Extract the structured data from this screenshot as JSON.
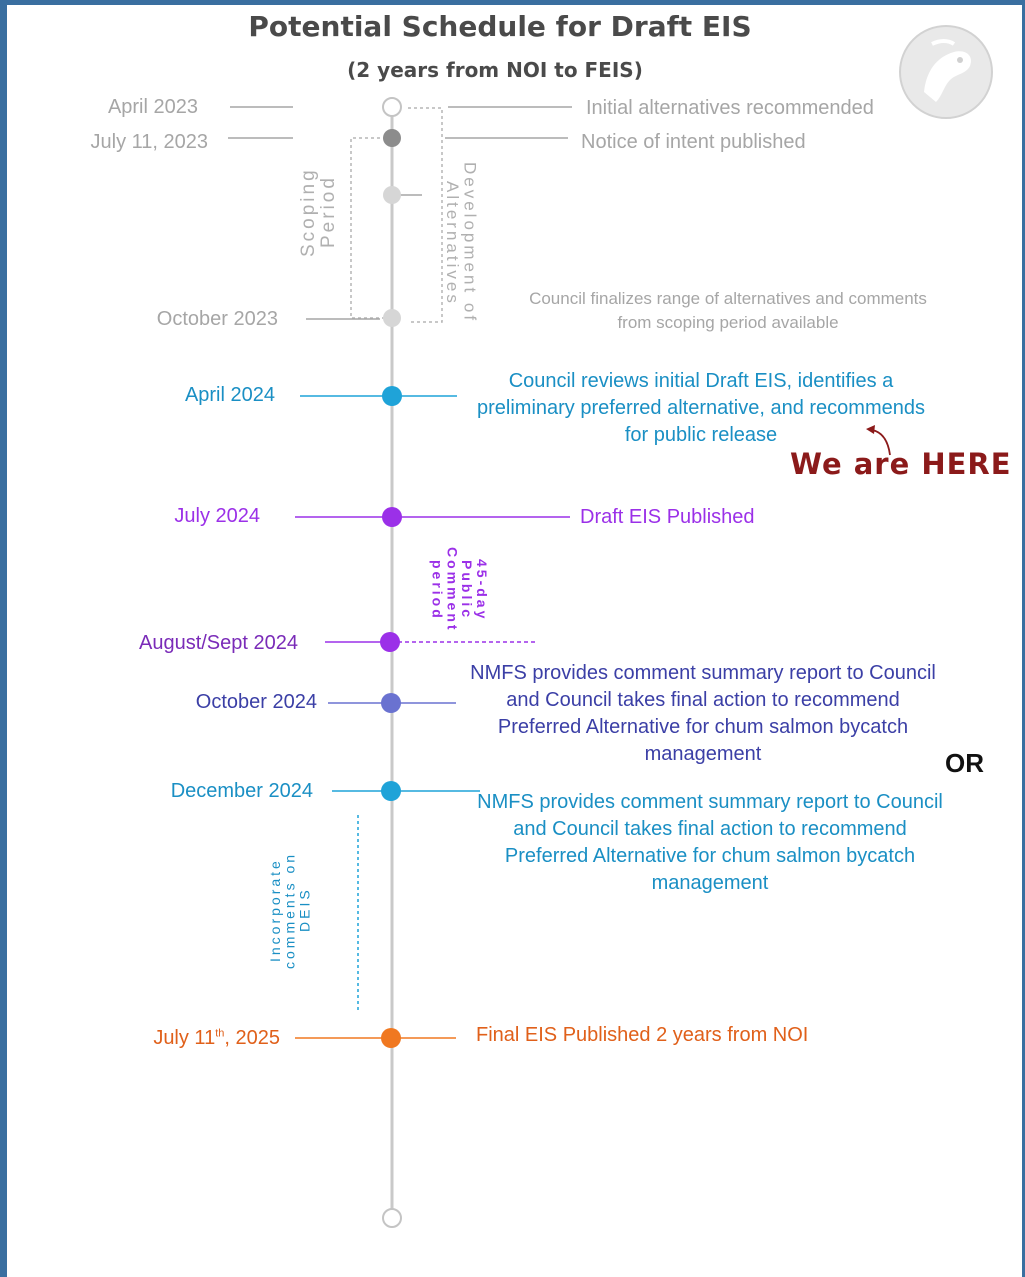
{
  "title": "Potential Schedule for Draft EIS",
  "subtitle": "(2 years from NOI to FEIS)",
  "milestones": [
    {
      "date": "April 2023",
      "event": "Initial alternatives recommended"
    },
    {
      "date": "July 11, 2023",
      "event": "Notice of intent published"
    },
    {
      "date": "October 2023",
      "event": "Council finalizes range of alternatives  and comments from scoping period available"
    },
    {
      "date": "April 2024",
      "event": "Council reviews initial Draft EIS, identifies a preliminary preferred alternative, and recommends for public release"
    },
    {
      "date": "July 2024",
      "event": "Draft EIS Published"
    },
    {
      "date": "August/Sept 2024",
      "event": ""
    },
    {
      "date": "October 2024",
      "event": "NMFS provides comment summary report to Council and Council takes final action to recommend Preferred Alternative for chum salmon bycatch management"
    },
    {
      "date": "December 2024",
      "event": "NMFS provides comment summary report to Council and Council takes final action to recommend Preferred Alternative for chum salmon bycatch management"
    },
    {
      "date_main": "July 11",
      "date_sup": "th",
      "date_tail": ",  2025",
      "event": "Final EIS Published 2 years from NOI"
    }
  ],
  "periods": {
    "scoping_1": "Scoping",
    "scoping_2": "Period",
    "dev_1": "Development of",
    "dev_2": "Alternatives",
    "comment_1": "45-day",
    "comment_2": "Public",
    "comment_3": "Comment",
    "comment_4": "period",
    "incorporate_1": "Incorporate",
    "incorporate_2": "comments on",
    "incorporate_3": "DEIS"
  },
  "callout": "We are HERE",
  "or_label": "OR",
  "colors": {
    "gray": "#a6a6a6",
    "dark_gray": "#8c8c8c",
    "cyan": "#1fa3d8",
    "purple": "#9b30e8",
    "dark_purple": "#7a2bb8",
    "slate": "#6a72d0",
    "navy": "#3b3fa6",
    "orange": "#f07820",
    "dark_orange": "#e0601a",
    "maroon": "#8b1a1a"
  }
}
